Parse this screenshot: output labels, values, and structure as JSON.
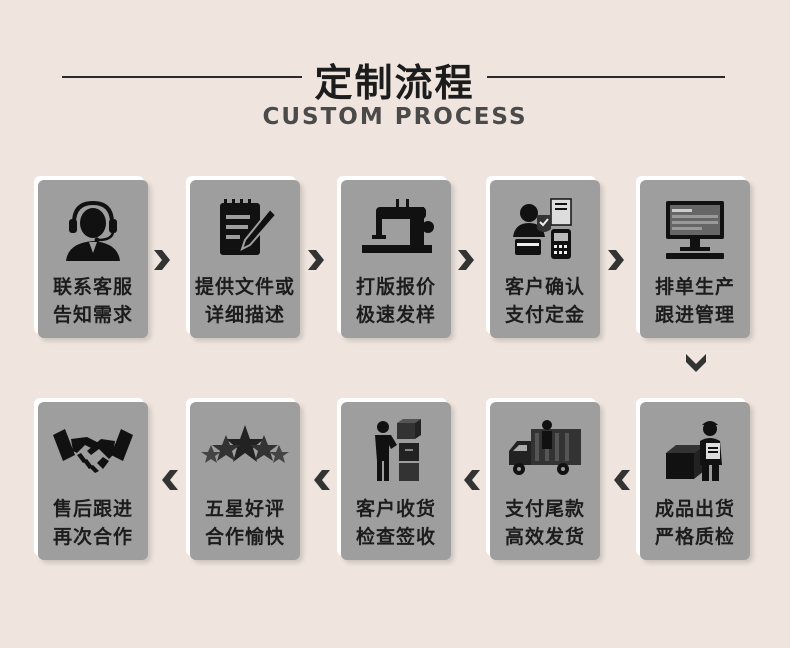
{
  "header": {
    "title_cn": "定制流程",
    "title_en": "CUSTOM PROCESS"
  },
  "steps": [
    {
      "line1": "联系客服",
      "line2": "告知需求",
      "icon": "headset-agent-icon"
    },
    {
      "line1": "提供文件或",
      "line2": "详细描述",
      "icon": "document-pen-icon"
    },
    {
      "line1": "打版报价",
      "line2": "极速发样",
      "icon": "sewing-machine-icon"
    },
    {
      "line1": "客户确认",
      "line2": "支付定金",
      "icon": "payment-terminal-icon"
    },
    {
      "line1": "排单生产",
      "line2": "跟进管理",
      "icon": "computer-monitor-icon"
    },
    {
      "line1": "成品出货",
      "line2": "严格质检",
      "icon": "worker-inspection-icon"
    },
    {
      "line1": "支付尾款",
      "line2": "高效发货",
      "icon": "delivery-truck-icon"
    },
    {
      "line1": "客户收货",
      "line2": "检查签收",
      "icon": "carry-boxes-icon"
    },
    {
      "line1": "五星好评",
      "line2": "合作愉快",
      "icon": "five-stars-icon"
    },
    {
      "line1": "售后跟进",
      "line2": "再次合作",
      "icon": "handshake-icon"
    }
  ]
}
